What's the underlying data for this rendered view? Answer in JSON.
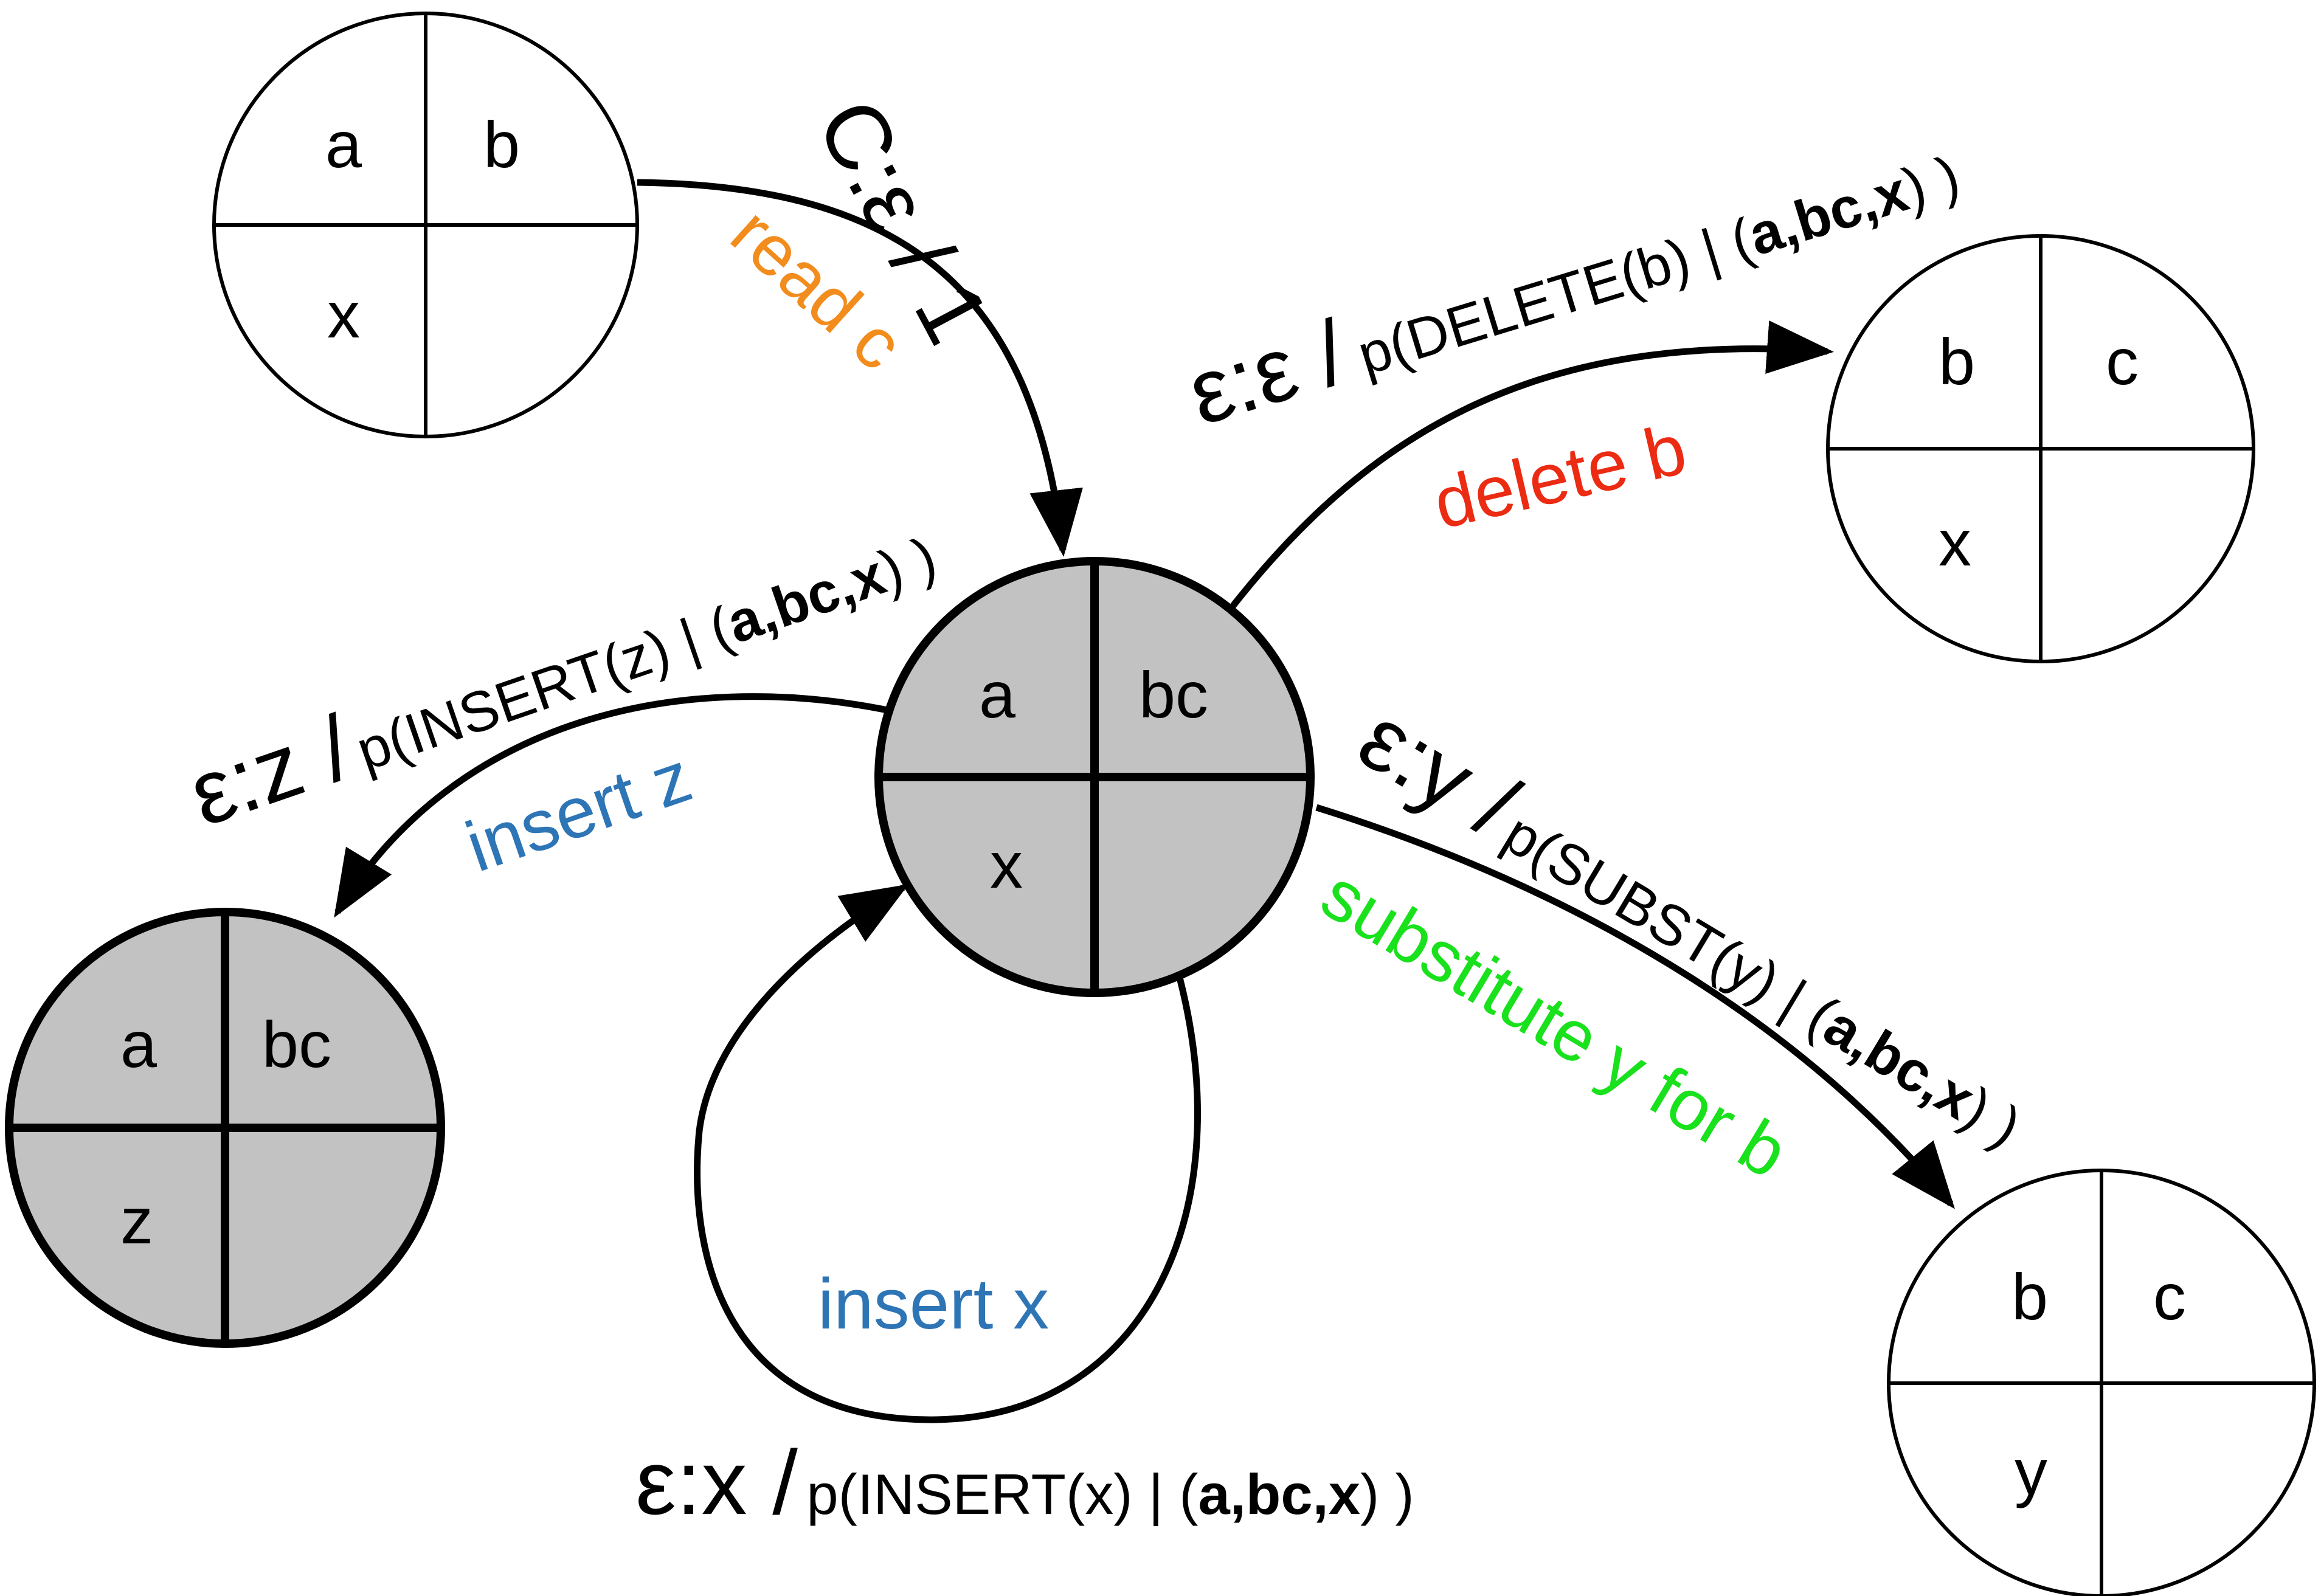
{
  "colors": {
    "node_fill_active": "#c2c2c2",
    "node_fill_inactive": "#ffffff",
    "stroke": "#000000",
    "read": "#f28c1c",
    "delete": "#ec2b13",
    "insert": "#2e75b6",
    "subst": "#19e11c"
  },
  "nodes": {
    "top_left": {
      "a": "a",
      "b": "b",
      "c": "x",
      "d": ""
    },
    "center": {
      "a": "a",
      "b": "bc",
      "c": "x",
      "d": ""
    },
    "left": {
      "a": "a",
      "b": "bc",
      "c": "z",
      "d": ""
    },
    "top_right": {
      "a": "b",
      "b": "c",
      "c": "x",
      "d": ""
    },
    "bottom_right": {
      "a": "b",
      "b": "c",
      "c": "y",
      "d": ""
    }
  },
  "edges": {
    "read": {
      "label": "C:ε / 1",
      "caption": "read c"
    },
    "delete": {
      "symbol": "ε:ε /",
      "p": "p(",
      "op": "DELETE",
      "arg": "(b) | (",
      "ctx": "a,bc,x",
      "close": ") )",
      "caption": "delete b"
    },
    "insert_z": {
      "symbol": "ε:z /",
      "p": "p(",
      "op": "INSERT",
      "arg": "(z) | (",
      "ctx": "a,bc,x",
      "close": ") )",
      "caption": "insert z"
    },
    "subst": {
      "symbol": "ε:y /",
      "p": "p(",
      "op": "SUBST",
      "arg": "(y) | (",
      "ctx": "a,bc,x",
      "close": ") )",
      "caption": "substitute y for b"
    },
    "insert_x": {
      "symbol": "ε:x /",
      "p": "p(",
      "op": "INSERT",
      "arg": "(x) | (",
      "ctx": "a,bc,x",
      "close": ") )",
      "caption": "insert x"
    }
  }
}
